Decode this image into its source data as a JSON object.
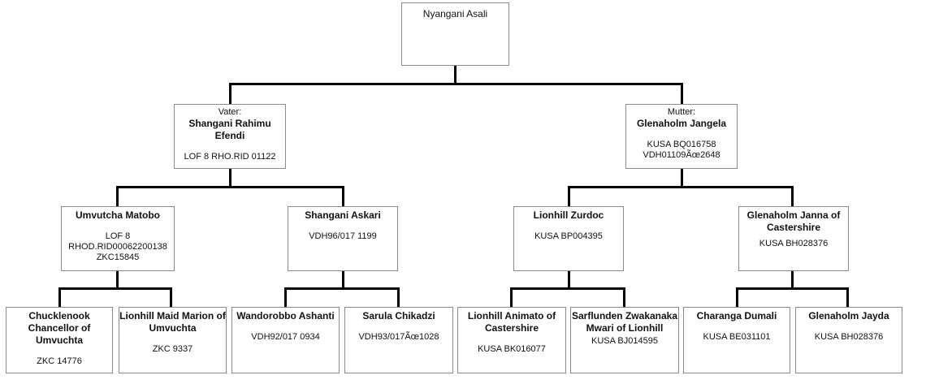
{
  "root": {
    "name": "Nyangani Asali"
  },
  "parents": [
    {
      "label": "Vater:",
      "name": "Shangani Rahimu Efendi",
      "reg": [
        "LOF 8 RHO.RID 01122"
      ]
    },
    {
      "label": "Mutter:",
      "name": "Glenaholm Jangela",
      "reg": [
        "KUSA BQ016758",
        "VDH01109Ãœ2648"
      ]
    }
  ],
  "grandparents": [
    {
      "name": "Umvutcha Matobo",
      "reg": [
        "LOF 8",
        "RHOD.RID00062200138",
        "ZKC15845"
      ]
    },
    {
      "name": "Shangani Askari",
      "reg": [
        "VDH96/017 1199"
      ]
    },
    {
      "name": "Lionhill Zurdoc",
      "reg": [
        "KUSA BP004395"
      ]
    },
    {
      "name": "Glenaholm Janna of Castershire",
      "reg": [
        "KUSA BH028376"
      ]
    }
  ],
  "great_grandparents": [
    {
      "name": "Chucklenook Chancellor of Umvuchta",
      "reg": [
        "ZKC 14776"
      ]
    },
    {
      "name": "Lionhill Maid Marion of Umvuchta",
      "reg": [
        "ZKC 9337"
      ]
    },
    {
      "name": "Wandorobbo Ashanti",
      "reg": [
        "VDH92/017 0934"
      ]
    },
    {
      "name": "Sarula Chikadzi",
      "reg": [
        "VDH93/017Ãœ1028"
      ]
    },
    {
      "name": "Lionhill Animato of Castershire",
      "reg": [
        "KUSA BK016077"
      ]
    },
    {
      "name": "Sarflunden Zwakanaka Mwari of Lionhill",
      "reg": [
        "KUSA BJ014595"
      ]
    },
    {
      "name": "Charanga Dumali",
      "reg": [
        "KUSA BE031101"
      ]
    },
    {
      "name": "Glenaholm Jayda",
      "reg": [
        "KUSA BH028376"
      ]
    }
  ]
}
